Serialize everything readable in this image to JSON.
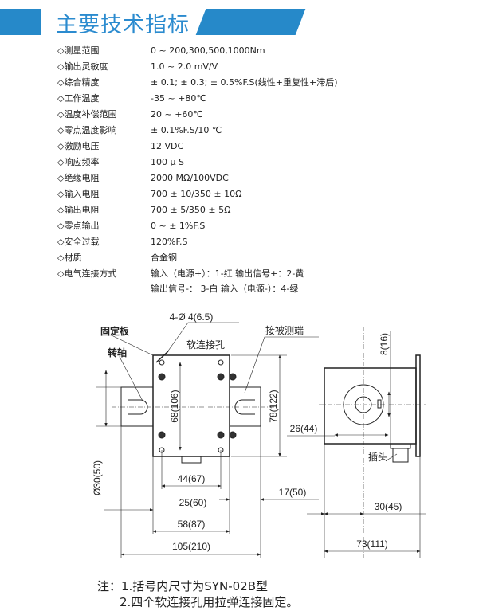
{
  "title": "主要技术指标",
  "specs": [
    {
      "label": "◇测量范围",
      "value": "0 ~ 200,300,500,1000Nm"
    },
    {
      "label": "◇输出灵敏度",
      "value": "1.0 ~ 2.0 mV/V"
    },
    {
      "label": "◇综合精度",
      "value": " ± 0.1;  ± 0.3;  ± 0.5%F.S(线性+重复性+滞后)"
    },
    {
      "label": "◇工作温度",
      "value": "-35 ~ +80℃"
    },
    {
      "label": "◇温度补偿范围",
      "value": "20 ~ +60℃"
    },
    {
      "label": "◇零点温度影响",
      "value": " ± 0.1%F.S/10 ℃"
    },
    {
      "label": "◇激励电压",
      "value": "12 VDC"
    },
    {
      "label": "◇响应频率",
      "value": "100 μ S"
    },
    {
      "label": "◇绝缘电阻",
      "value": "2000 MΩ/100VDC"
    },
    {
      "label": "◇输入电阻",
      "value": "700 ± 10/350 ± 10Ω"
    },
    {
      "label": "◇输出电阻",
      "value": "700 ± 5/350 ± 5Ω"
    },
    {
      "label": "◇零点输出",
      "value": "0 ~  ± 1%F.S"
    },
    {
      "label": "◇安全过载",
      "value": "120%F.S"
    },
    {
      "label": "◇材质",
      "value": "合金钢"
    },
    {
      "label": "◇电气连接方式",
      "value": "输入（电源+）：1-红      输出信号+：2-黄"
    }
  ],
  "wiring_line2": "输出信号-：   3-白     输入（电源-）：4-绿",
  "drawing": {
    "hole_spec": "4-Ø 4(6.5)",
    "fixing_plate": "固定板",
    "shaft": "转轴",
    "soft_hole": "软连接孔",
    "measured_end": "接被测端",
    "plug": "插头",
    "dim_68": "68(106)",
    "dim_78": "78(122)",
    "dim_30": "Ø30(50)",
    "dim_44": "44(67)",
    "dim_25": "25(60)",
    "dim_17": "17(50)",
    "dim_58": "58(87)",
    "dim_105": "105(210)",
    "dim_8": "8(16)",
    "dim_26": "26(44)",
    "dim_30_45": "30(45)",
    "dim_73": "73(111)"
  },
  "notes": [
    "注：1.括号内尺寸为SYN-02B型",
    "2.四个软连接孔用拉弹连接固定。"
  ]
}
